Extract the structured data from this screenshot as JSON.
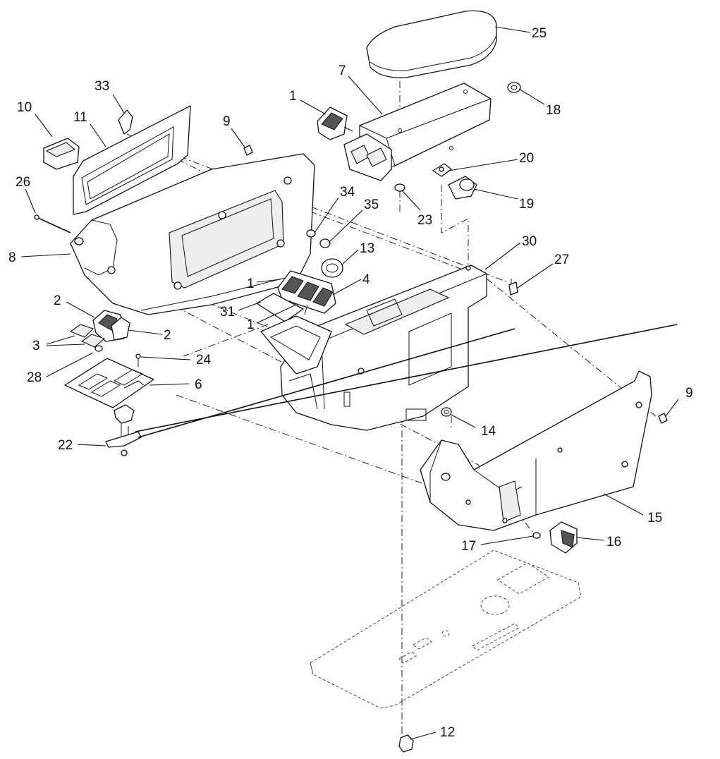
{
  "diagram": {
    "callouts": [
      {
        "id": "c25",
        "label": "25"
      },
      {
        "id": "c7",
        "label": "7"
      },
      {
        "id": "c18",
        "label": "18"
      },
      {
        "id": "c1a",
        "label": "1"
      },
      {
        "id": "c33",
        "label": "33"
      },
      {
        "id": "c10",
        "label": "10"
      },
      {
        "id": "c11",
        "label": "11"
      },
      {
        "id": "c9a",
        "label": "9"
      },
      {
        "id": "c20",
        "label": "20"
      },
      {
        "id": "c19",
        "label": "19"
      },
      {
        "id": "c26",
        "label": "26"
      },
      {
        "id": "c34",
        "label": "34"
      },
      {
        "id": "c35",
        "label": "35"
      },
      {
        "id": "c23",
        "label": "23"
      },
      {
        "id": "c30",
        "label": "30"
      },
      {
        "id": "c8",
        "label": "8"
      },
      {
        "id": "c13",
        "label": "13"
      },
      {
        "id": "c27",
        "label": "27"
      },
      {
        "id": "c1b",
        "label": "1"
      },
      {
        "id": "c4",
        "label": "4"
      },
      {
        "id": "c2a",
        "label": "2"
      },
      {
        "id": "c31",
        "label": "31"
      },
      {
        "id": "c1c",
        "label": "1"
      },
      {
        "id": "c2b",
        "label": "2"
      },
      {
        "id": "c3",
        "label": "3"
      },
      {
        "id": "c24",
        "label": "24"
      },
      {
        "id": "c28",
        "label": "28"
      },
      {
        "id": "c6",
        "label": "6"
      },
      {
        "id": "c9b",
        "label": "9"
      },
      {
        "id": "c14",
        "label": "14"
      },
      {
        "id": "c22",
        "label": "22"
      },
      {
        "id": "c15",
        "label": "15"
      },
      {
        "id": "c16",
        "label": "16"
      },
      {
        "id": "c17",
        "label": "17"
      },
      {
        "id": "c12",
        "label": "12"
      }
    ]
  }
}
